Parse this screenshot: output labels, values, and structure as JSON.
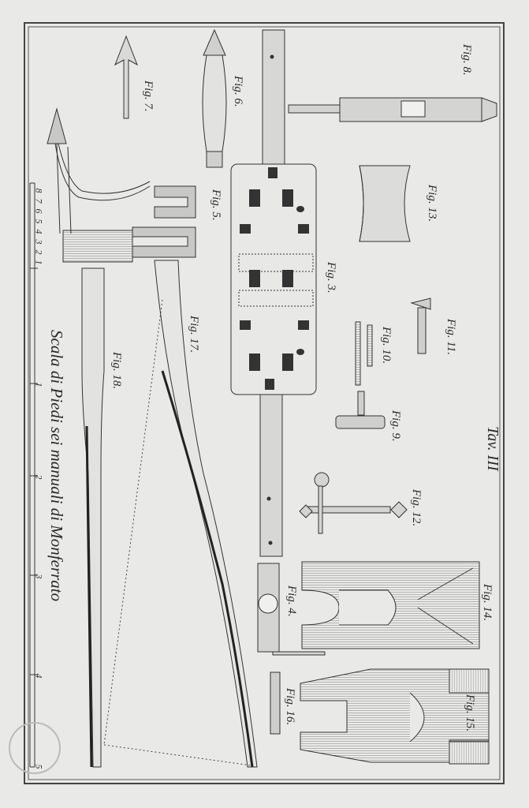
{
  "plate": {
    "title": "Tav. III",
    "scale_caption": "Scala di Piedi sei manuali di Monferrato"
  },
  "figures": {
    "fig3": "Fig. 3.",
    "fig4": "Fig. 4.",
    "fig5": "Fig. 5.",
    "fig6": "Fig. 6.",
    "fig7": "Fig. 7.",
    "fig8": "Fig. 8.",
    "fig9": "Fig. 9.",
    "fig10": "Fig. 10.",
    "fig11": "Fig. 11.",
    "fig12": "Fig. 12.",
    "fig13": "Fig. 13.",
    "fig14": "Fig. 14.",
    "fig15": "Fig. 15.",
    "fig16": "Fig. 16.",
    "fig17": "Fig. 17.",
    "fig18": "Fig. 18."
  },
  "scale": {
    "small_ticks": [
      "8",
      "7",
      "6",
      "5",
      "4",
      "3",
      "2",
      "1"
    ],
    "major_ticks": [
      "1",
      "2",
      "3",
      "4",
      "5"
    ]
  }
}
